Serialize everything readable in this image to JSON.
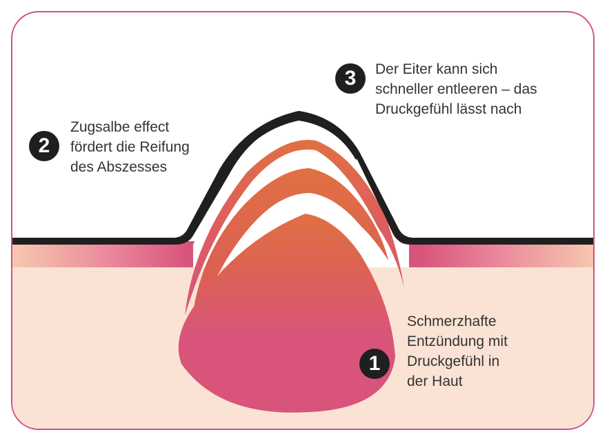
{
  "callouts": [
    {
      "number": "1",
      "lines": [
        "Schmerzhafte",
        "Entzündung mit",
        "Druckgefühl in",
        "der Haut"
      ]
    },
    {
      "number": "2",
      "lines": [
        "Zugsalbe effect",
        "fördert die Reifung",
        "des Abszesses"
      ]
    },
    {
      "number": "3",
      "lines": [
        "Der Eiter kann sich",
        "schneller entleeren – das",
        "Druckgefühl lässt nach"
      ]
    }
  ],
  "colors": {
    "frame_border": "#d14f8a",
    "skin": "#fae3d4",
    "inflammation": "#d8547b",
    "pus": "#e07043",
    "surface_line": "#1f1f1f",
    "text": "#333333",
    "badge": "#1f1f1f"
  }
}
